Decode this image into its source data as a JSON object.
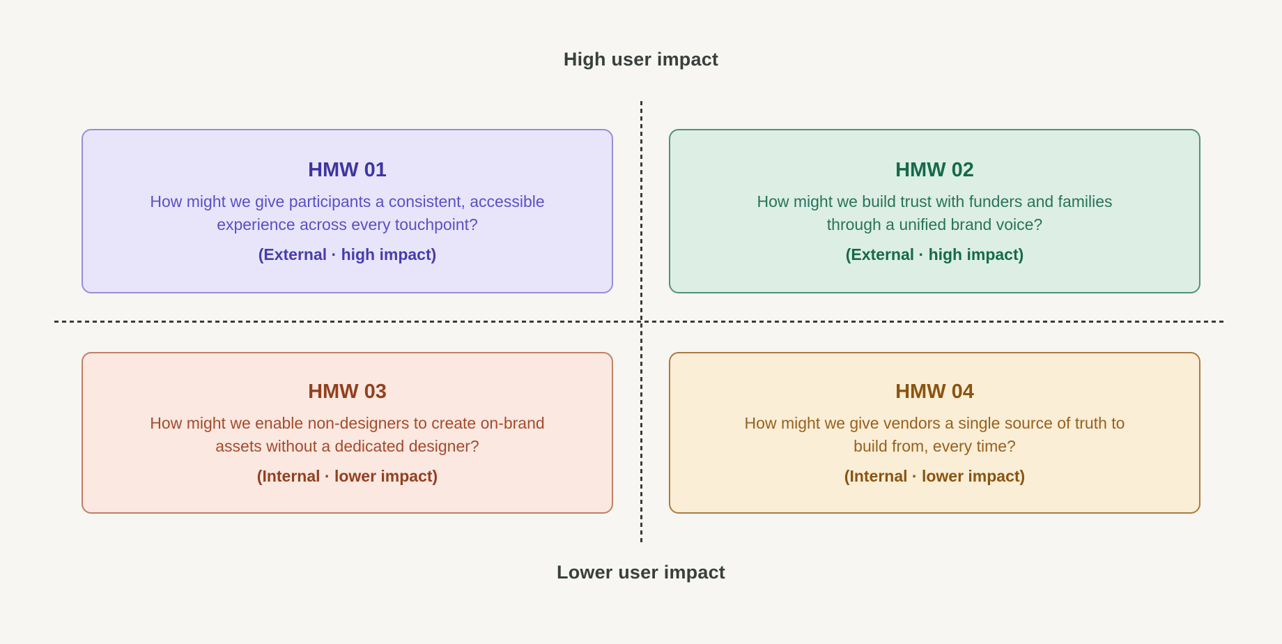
{
  "canvas": {
    "background": "#f8f6f2"
  },
  "axis": {
    "top_label": "High user impact",
    "bottom_label": "Lower user impact",
    "label_color": "#37403d",
    "line_color": "#3b3b3b"
  },
  "cards": [
    {
      "title": "HMW 01",
      "lines": [
        "How might we give participants a consistent, accessible",
        "experience across every touchpoint?"
      ],
      "tag": "(External · high impact)",
      "colors": {
        "bg": "#e8e5fa",
        "border": "#988dd8",
        "title": "#3e35a0",
        "body": "#5a50c4",
        "tag": "#473cae"
      }
    },
    {
      "title": "HMW 02",
      "lines": [
        "How might we build trust with funders and families",
        "through a unified brand voice?"
      ],
      "tag": "(External · high impact)",
      "colors": {
        "bg": "#ddeee5",
        "border": "#52917a",
        "title": "#156a4c",
        "body": "#27745a",
        "tag": "#156a4c"
      }
    },
    {
      "title": "HMW 03",
      "lines": [
        "How might we enable non-designers to create on-brand",
        "assets without a dedicated designer?"
      ],
      "tag": "(Internal · lower impact)",
      "colors": {
        "bg": "#fae8e1",
        "border": "#c07f64",
        "title": "#93401f",
        "body": "#a54b2c",
        "tag": "#93401f"
      }
    },
    {
      "title": "HMW 04",
      "lines": [
        "How might we give vendors a single source of truth to",
        "build from, every time?"
      ],
      "tag": "(Internal · lower impact)",
      "colors": {
        "bg": "#faeed7",
        "border": "#ab7a40",
        "title": "#8a5410",
        "body": "#97611e",
        "tag": "#8a5410"
      }
    }
  ]
}
